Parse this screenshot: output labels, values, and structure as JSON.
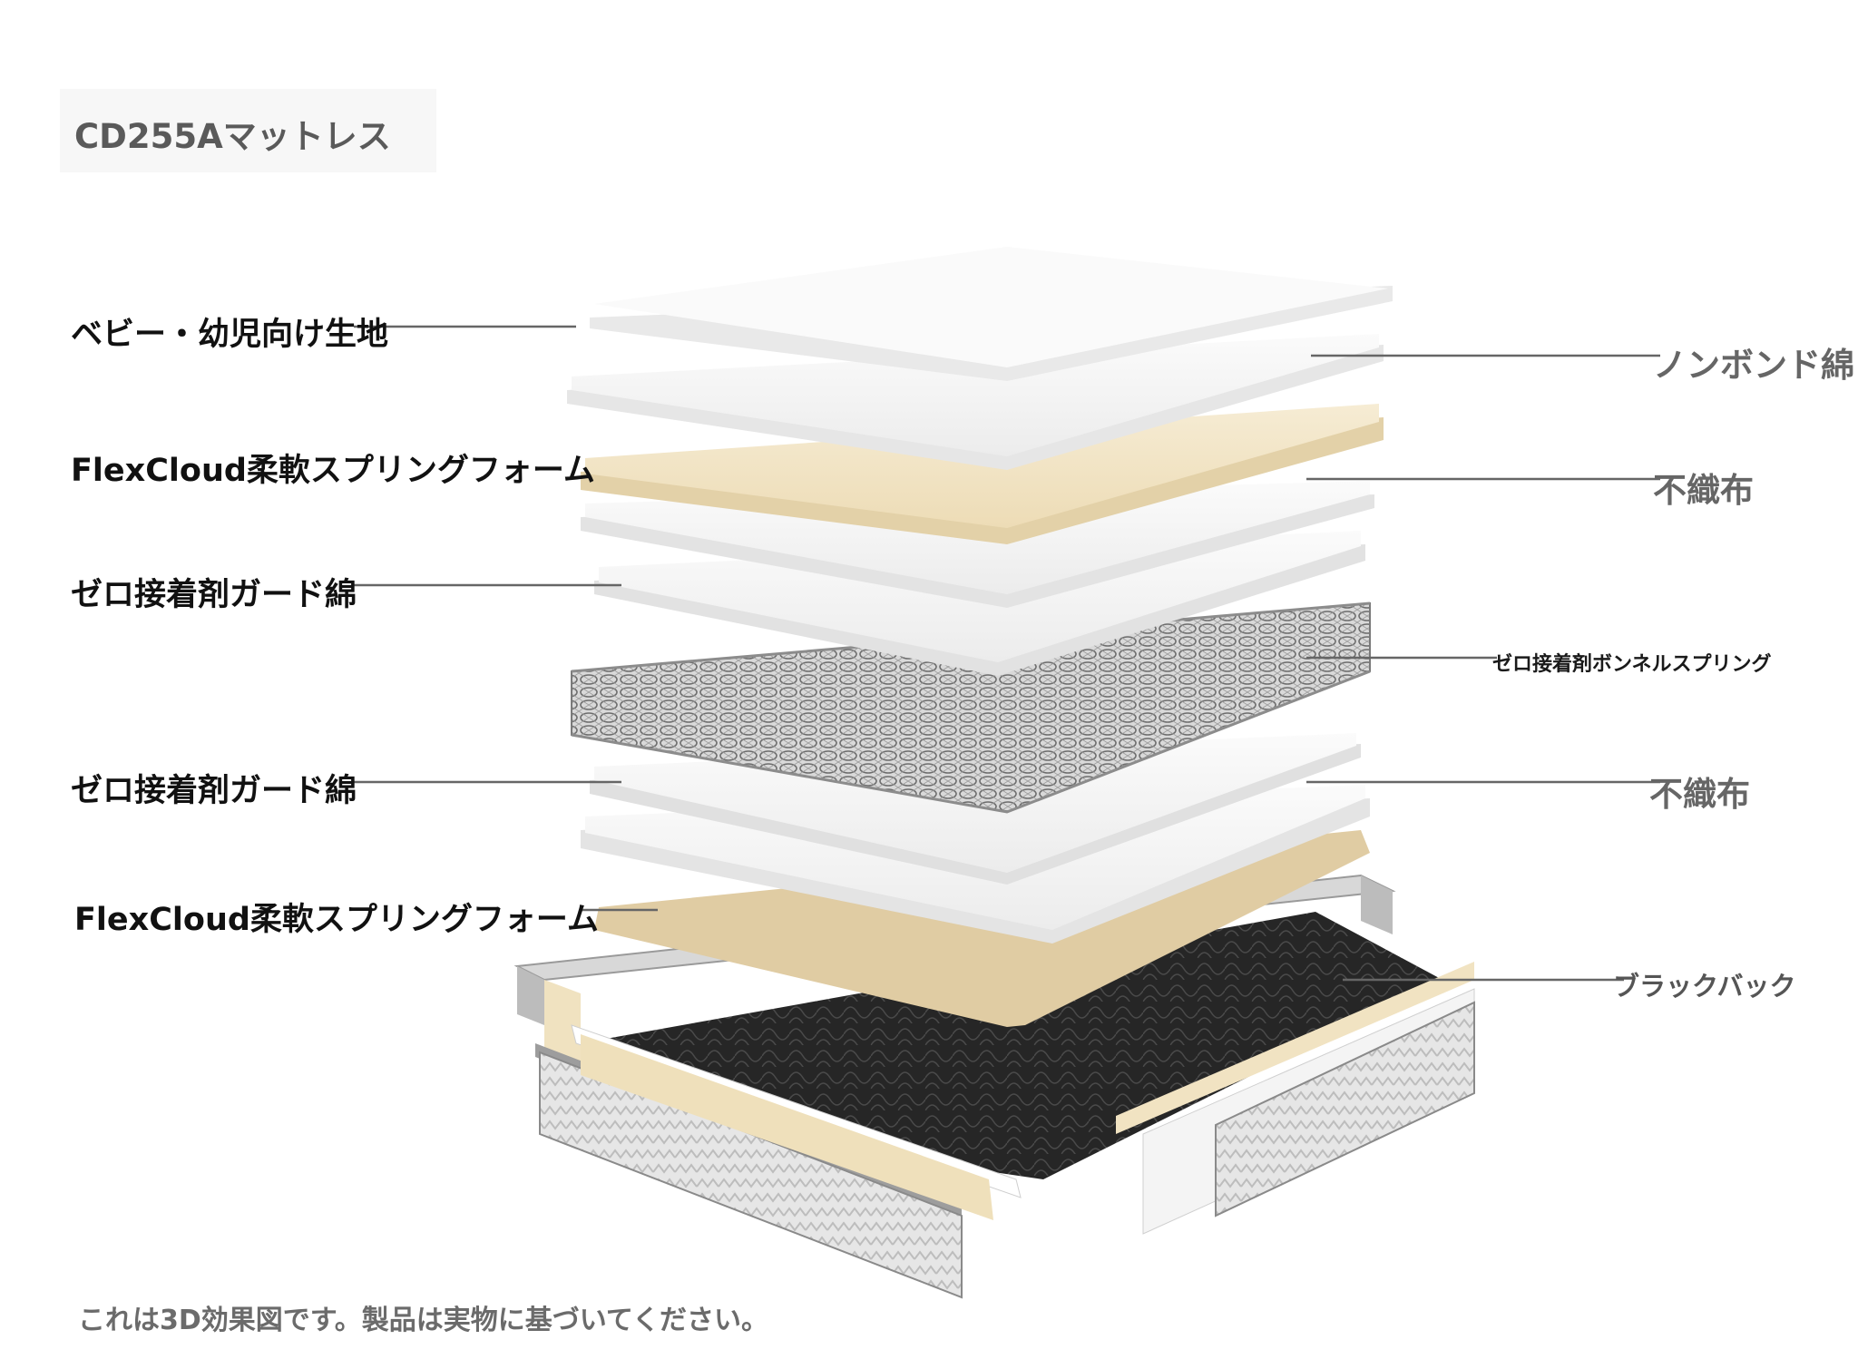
{
  "title": "CD255Aマットレス",
  "layers_left": [
    "ベビー・幼児向け生地",
    "FlexCloud柔軟スプリングフォーム",
    "ゼロ接着剤ガード綿",
    "ゼロ接着剤ガード綿",
    "FlexCloud柔軟スプリングフォーム"
  ],
  "layers_right": [
    "ノンボンド綿",
    "不織布",
    "ゼロ接着剤ボンネルスプリング",
    "不織布",
    "ブラックバック"
  ],
  "note": "これは3D効果図です。製品は実物に基づいてください。",
  "colors": {
    "foam": "#f2e5c6",
    "white_layer": "#f3f3f3",
    "spring": "#8a8a8a",
    "base": "#2b2b2b",
    "leader": "#666666"
  }
}
